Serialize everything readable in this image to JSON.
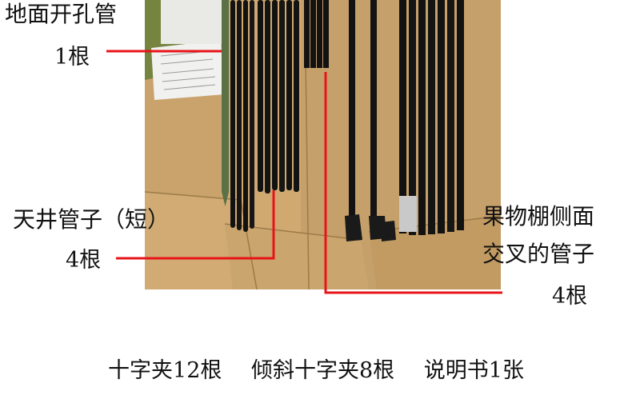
{
  "labels": {
    "ground_pipe": "地面开孔管",
    "ground_pipe_count": "1根",
    "ceiling_pipe": "天井管子（短）",
    "ceiling_pipe_count": "4根",
    "side_pipe_line1": "果物棚侧面",
    "side_pipe_line2": "交叉的管子",
    "side_pipe_count": "4根"
  },
  "footer": {
    "item1": "十字夹12根",
    "item2": "倾斜十字夹8根",
    "item3": "说明书1张"
  },
  "colors": {
    "leader_line": "#e8141a",
    "grass": "#6f7e3a",
    "cardboard": "#c9a36b",
    "pole_black": "#121212",
    "pole_green": "#5b7044"
  }
}
